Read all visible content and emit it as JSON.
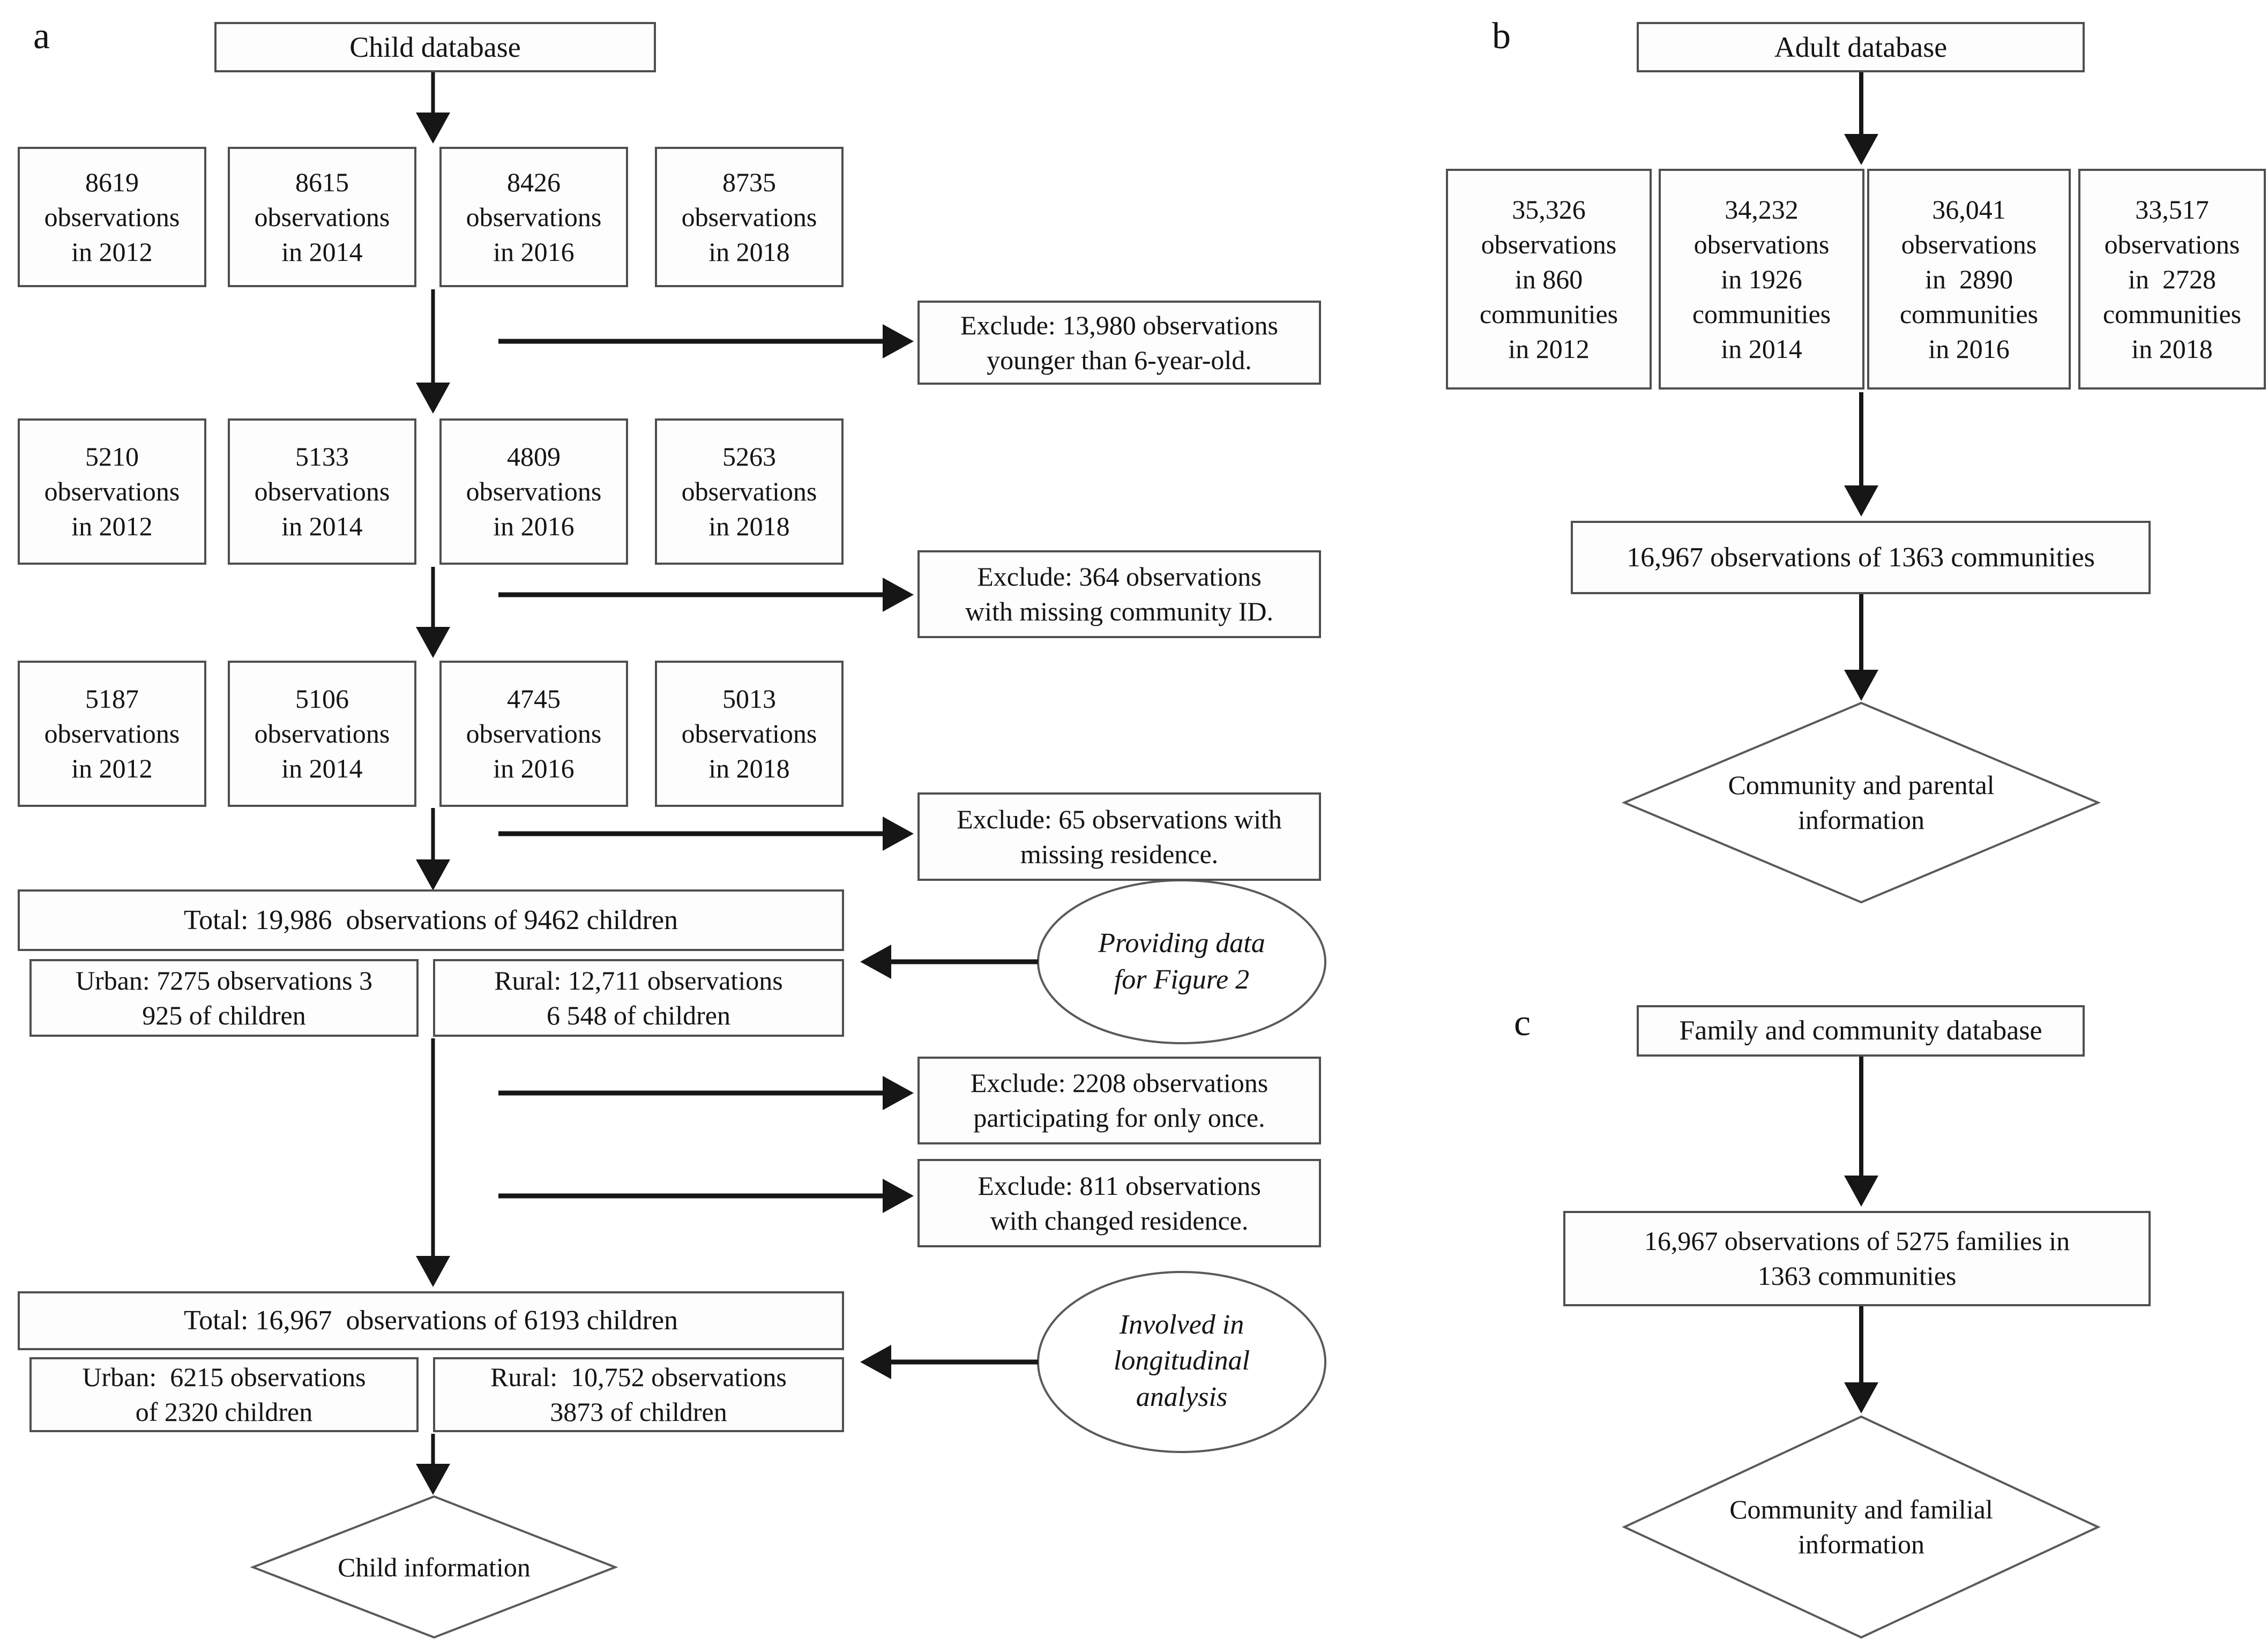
{
  "a": {
    "label": "a",
    "db_title": "Child database",
    "row1": [
      [
        "8619",
        "observations",
        "in 2012"
      ],
      [
        "8615",
        "observations",
        "in 2014"
      ],
      [
        "8426",
        "observations",
        "in 2016"
      ],
      [
        "8735",
        "observations",
        "in 2018"
      ]
    ],
    "row2": [
      [
        "5210",
        "observations",
        "in 2012"
      ],
      [
        "5133",
        "observations",
        "in 2014"
      ],
      [
        "4809",
        "observations",
        "in 2016"
      ],
      [
        "5263",
        "observations",
        "in 2018"
      ]
    ],
    "row3": [
      [
        "5187",
        "observations",
        "in 2012"
      ],
      [
        "5106",
        "observations",
        "in 2014"
      ],
      [
        "4745",
        "observations",
        "in 2016"
      ],
      [
        "5013",
        "observations",
        "in 2018"
      ]
    ],
    "exclude1": [
      "Exclude: 13,980 observations",
      "younger than 6-year-old."
    ],
    "exclude2": [
      "Exclude: 364 observations",
      "with missing community ID."
    ],
    "exclude3": [
      "Exclude: 65 observations with",
      "missing residence."
    ],
    "exclude4": [
      "Exclude: 2208 observations",
      "participating for only once."
    ],
    "exclude5": [
      "Exclude: 811 observations",
      "with changed residence."
    ],
    "total1": "Total: 19,986  observations of 9462 children",
    "urban1": [
      "Urban: 7275 observations 3",
      "925 of children"
    ],
    "rural1": [
      "Rural: 12,711 observations",
      "6 548 of children"
    ],
    "ellipse1": [
      "Providing data",
      "for Figure 2"
    ],
    "total2": "Total: 16,967  observations of 6193 children",
    "urban2": [
      "Urban:  6215 observations",
      "of 2320 children"
    ],
    "rural2": [
      "Rural:  10,752 observations",
      "3873 of children"
    ],
    "ellipse2": [
      "Involved in",
      "longitudinal",
      "analysis"
    ],
    "diamond": "Child information"
  },
  "b": {
    "label": "b",
    "db_title": "Adult database",
    "boxes": [
      [
        "35,326",
        "observations",
        "in 860",
        "communities",
        "in 2012"
      ],
      [
        "34,232",
        "observations",
        "in 1926",
        "communities",
        "in 2014"
      ],
      [
        "36,041",
        "observations",
        "in  2890",
        "communities",
        "in 2016"
      ],
      [
        "33,517",
        "observations",
        "in  2728",
        "communities",
        "in 2018"
      ]
    ],
    "merge": "16,967 observations of 1363 communities",
    "diamond": [
      "Community and parental",
      "information"
    ]
  },
  "c": {
    "label": "c",
    "db_title": "Family and community database",
    "merge": [
      "16,967 observations of 5275 families in",
      "1363 communities"
    ],
    "diamond": [
      "Community and familial",
      "information"
    ]
  }
}
